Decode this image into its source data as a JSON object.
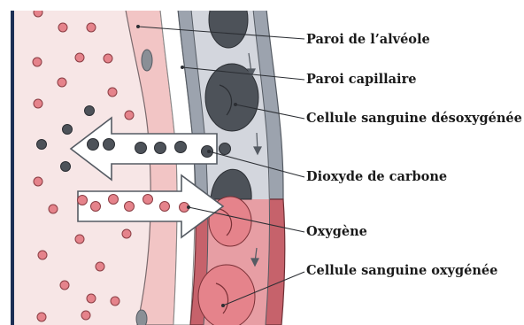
{
  "labels": {
    "alveolar_wall": "Paroi de l’alvéole",
    "capillary_wall": "Paroi capillaire",
    "deoxygenated_cell": "Cellule sanguine désoxygénée",
    "carbon_dioxide": "Dioxyde de carbone",
    "oxygen": "Oxygène",
    "oxygenated_cell": "Cellule sanguine oxygénée"
  },
  "colors": {
    "air_space": "#f7e6e6",
    "alveolar_wall": "#f2c5c5",
    "capillary_wall_venous": "#9ca3ae",
    "blood_venous": "#d3d6dd",
    "capillary_wall_arterial": "#c6626b",
    "blood_arterial": "#e79ea4",
    "deoxygenated_cell": "#4d5259",
    "oxygenated_cell": "#e5838b",
    "co2_molecule": "#4d5259",
    "o2_molecule": "#e5838b",
    "border_accent": "#1c2f55"
  }
}
